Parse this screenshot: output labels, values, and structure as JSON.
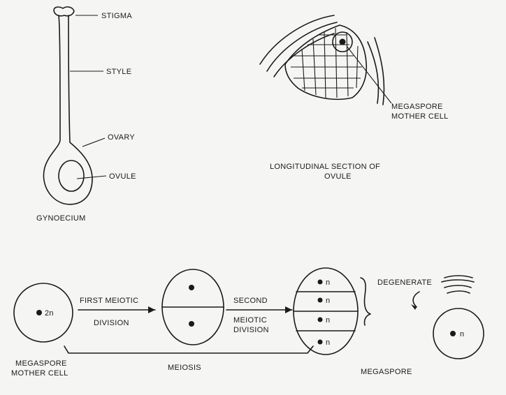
{
  "gynoecium": {
    "stigma": "STIGMA",
    "style": "STYLE",
    "ovary": "OVARY",
    "ovule": "OVULE",
    "title": "GYNOECIUM"
  },
  "section": {
    "megaspore_line1": "MEGASPORE",
    "megaspore_line2": "MOTHER CELL",
    "caption_line1": "LONGITUDINAL SECTION OF",
    "caption_line2": "OVULE"
  },
  "meiosis": {
    "mmc_ploidy": "2n",
    "first_div_line1": "FIRST MEIOTIC",
    "first_div_line2": "DIVISION",
    "second_div_line1": "SECOND",
    "second_div_line2": "MEIOTIC",
    "second_div_line3": "DIVISION",
    "haploid_a": "n",
    "haploid_b": "n",
    "haploid_c": "n",
    "haploid_d": "n",
    "haploid_final": "n",
    "degenerate": "DEGENERATE",
    "mmc_label_line1": "MEGASPORE",
    "mmc_label_line2": "MOTHER CELL",
    "meiosis_label": "MEIOSIS",
    "megaspore_label": "MEGASPORE"
  }
}
